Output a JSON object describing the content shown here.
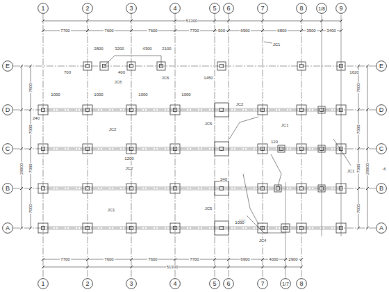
{
  "diagram": {
    "nodes": [
      {
        "text": [
          "1"
        ]
      },
      {
        "text": [
          "2"
        ]
      },
      {
        "text": [
          "3"
        ]
      },
      {
        "text": [
          "4"
        ]
      },
      {
        "text": [
          "5"
        ]
      },
      {
        "text": [
          "6"
        ]
      },
      {
        "text": [
          "7"
        ]
      },
      {
        "text": [
          "8"
        ]
      },
      {
        "text": [
          "1/8"
        ]
      },
      {
        "text": [
          "9"
        ]
      },
      {
        "text": [
          "E"
        ]
      },
      {
        "text": [
          "D"
        ]
      },
      {
        "text": [
          "C"
        ]
      },
      {
        "text": [
          "B"
        ]
      },
      {
        "text": [
          "A"
        ]
      },
      {
        "text": [
          "E"
        ]
      },
      {
        "text": [
          "D"
        ]
      },
      {
        "text": [
          "C"
        ]
      },
      {
        "text": [
          "B"
        ]
      },
      {
        "text": [
          "A"
        ]
      },
      {
        "text": [
          "1"
        ]
      },
      {
        "text": [
          "2"
        ]
      },
      {
        "text": [
          "3"
        ]
      },
      {
        "text": [
          "4"
        ]
      },
      {
        "text": [
          "5"
        ]
      },
      {
        "text": [
          "6"
        ]
      },
      {
        "text": [
          "7"
        ]
      },
      {
        "text": [
          "1/7"
        ]
      },
      {
        "text": [
          "8"
        ]
      }
    ],
    "edges": [
      {
        "from": 0,
        "to": 20,
        "arrow": "none"
      },
      {
        "from": 1,
        "to": 21,
        "arrow": "none"
      },
      {
        "from": 2,
        "to": 22,
        "arrow": "none"
      },
      {
        "from": 3,
        "to": 23,
        "arrow": "none"
      },
      {
        "from": 4,
        "to": 24,
        "arrow": "none"
      },
      {
        "from": 5,
        "to": 25,
        "arrow": "none"
      },
      {
        "from": 6,
        "to": 26,
        "arrow": "none"
      },
      {
        "from": 7,
        "to": 28,
        "arrow": "none"
      },
      {
        "from": 10,
        "to": 15,
        "arrow": "none"
      },
      {
        "from": 11,
        "to": 16,
        "arrow": "none"
      },
      {
        "from": 12,
        "to": 17,
        "arrow": "none"
      },
      {
        "from": 13,
        "to": 18,
        "arrow": "none"
      },
      {
        "from": 14,
        "to": 19,
        "arrow": "none"
      }
    ],
    "labels": [
      "51300",
      "7700",
      "7600",
      "7600",
      "7700",
      "500",
      "6900",
      "6800",
      "3500",
      "3400",
      "51300",
      "7700",
      "7600",
      "7600",
      "7700",
      "6900",
      "4000",
      "2900",
      "28800",
      "7800",
      "7000",
      "7000",
      "7000",
      "28800",
      "7800",
      "7000",
      "7000",
      "7000",
      "2800",
      "3200",
      "4300",
      "2100",
      "JC1",
      "JC6",
      "JC6",
      "JC2",
      "JC2",
      "JC1",
      "JC2",
      "JC1",
      "JC1",
      "JC3",
      "JC4",
      "JC5",
      "JC5",
      "1000",
      "1000",
      "1000",
      "1000",
      "1200",
      "240",
      "240",
      "700",
      "400",
      "1450",
      "1620",
      "-6",
      "1000",
      "120"
    ]
  }
}
